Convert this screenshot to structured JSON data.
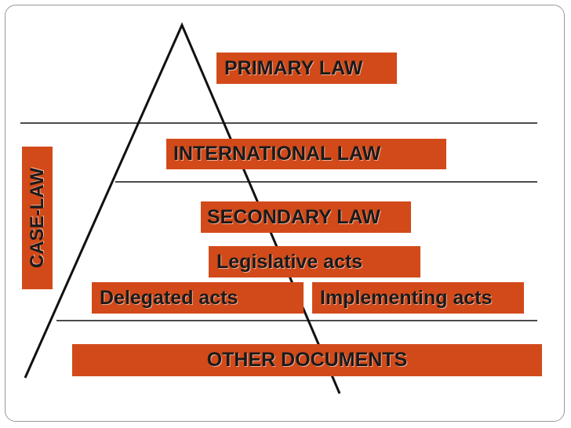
{
  "colors": {
    "box_fill": "#d24a1a",
    "text": "#1a1a1a",
    "line": "#111111",
    "frame_border": "#9a9a9a"
  },
  "diagram": {
    "primary_law": "PRIMARY LAW",
    "international_law": "INTERNATIONAL LAW",
    "secondary_law": "SECONDARY LAW",
    "legislative_acts": "Legislative acts",
    "delegated_acts": "Delegated acts",
    "implementing_acts": "Implementing acts",
    "other_documents": "OTHER DOCUMENTS",
    "case_law": "CASE-LAW"
  }
}
